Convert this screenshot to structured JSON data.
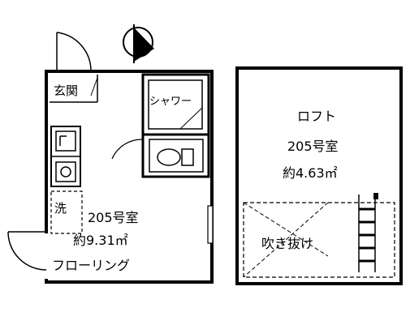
{
  "floor_plan": {
    "main_unit": {
      "entrance_label": "玄関",
      "shower_label": "シャワー",
      "washer_label": "洗",
      "room_number": "205号室",
      "area": "約9.31㎡",
      "flooring": "フローリング"
    },
    "loft": {
      "title": "ロフト",
      "room_number": "205号室",
      "area": "約4.63㎡",
      "void_label": "吹き抜け"
    },
    "compass": {
      "direction": "north"
    },
    "colors": {
      "line": "#000000",
      "background": "#ffffff"
    }
  }
}
